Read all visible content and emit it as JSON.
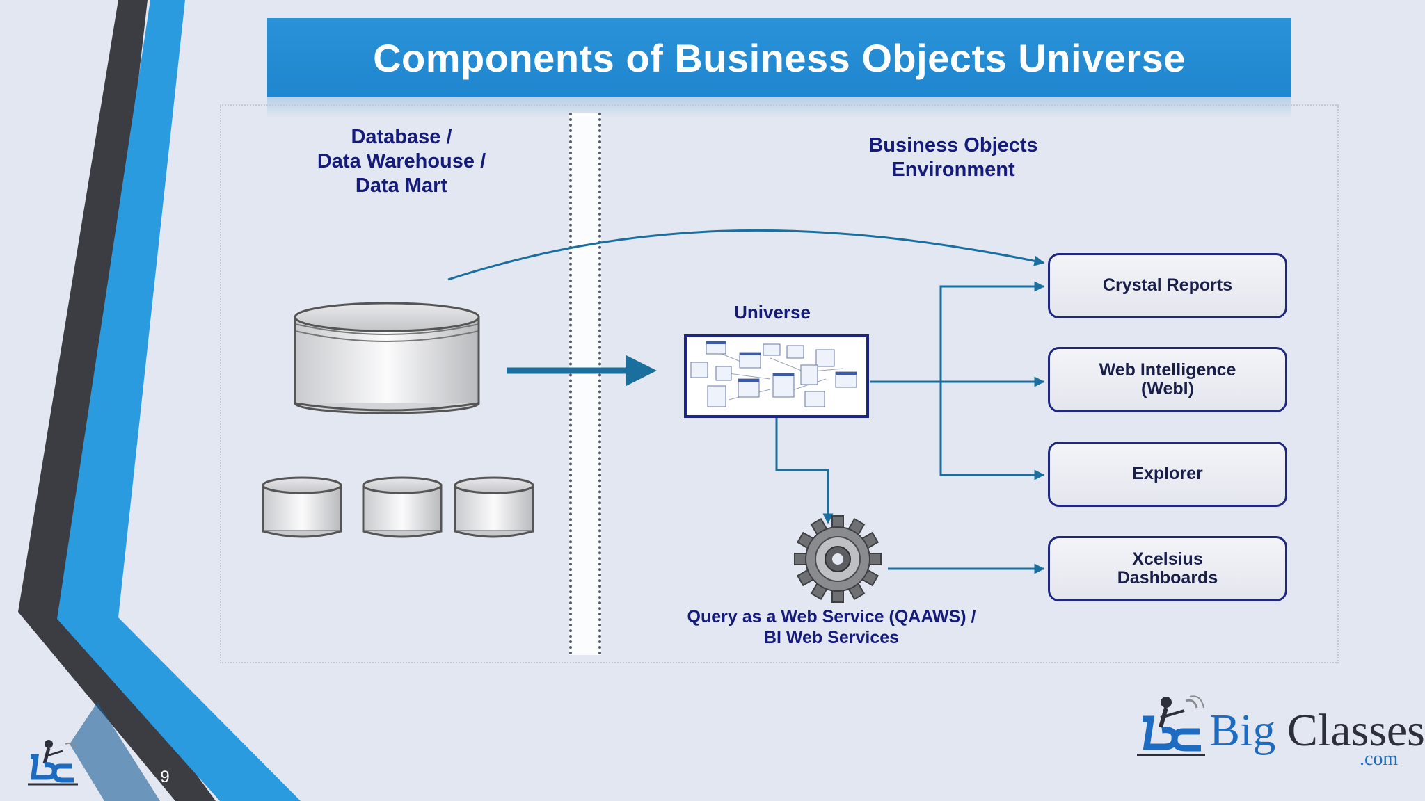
{
  "slide": {
    "title": "Components of Business Objects Universe",
    "number": "9"
  },
  "diagram": {
    "source_label": "Database /\nData Warehouse /\nData Mart",
    "environment_label": "Business Objects\nEnvironment",
    "universe_label": "Universe",
    "qaaws_label": "Query as a Web Service (QAAWS) /\nBI Web Services",
    "targets": [
      {
        "label": "Crystal Reports"
      },
      {
        "label": "Web Intelligence\n(WebI)"
      },
      {
        "label": "Explorer"
      },
      {
        "label": "Xcelsius\nDashboards"
      }
    ]
  },
  "brand": {
    "big": "Big",
    "classes": "Classes",
    "com": ".com"
  },
  "colors": {
    "title_bar": "#1f86cf",
    "label_text": "#141b7a",
    "arrow": "#1b6f9e",
    "stripe_blue": "#2b9be0",
    "stripe_dark": "#3b3d43"
  }
}
